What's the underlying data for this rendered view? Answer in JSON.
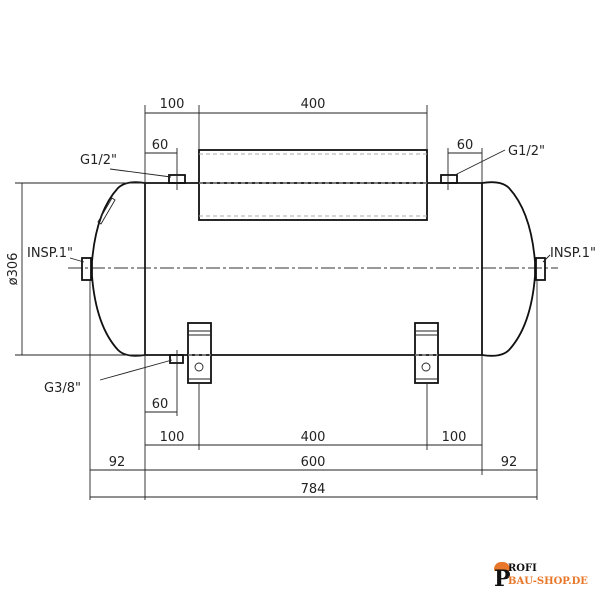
{
  "dimensions": {
    "top_100": "100",
    "top_400": "400",
    "top_left_60": "60",
    "top_right_60": "60",
    "bottom_left_60": "60",
    "bottom_100_left": "100",
    "bottom_400": "400",
    "bottom_100_right": "100",
    "left_92": "92",
    "body_600": "600",
    "right_92": "92",
    "overall_784": "784",
    "diameter": "ø306"
  },
  "labels": {
    "nozzle_top_left": "G1/2\"",
    "nozzle_top_right": "G1/2\"",
    "inspection_left": "INSP.1\"",
    "inspection_right": "INSP.1\"",
    "nozzle_bottom": "G3/8\""
  },
  "logo": {
    "line1": "ROFI",
    "line2": "BAU-SHOP.DE",
    "initial": "P"
  },
  "colors": {
    "brand": "#e8772a"
  }
}
